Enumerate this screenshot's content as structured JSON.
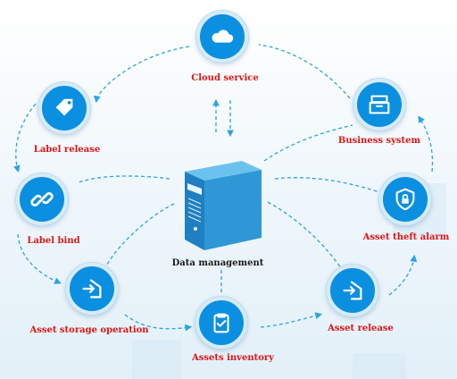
{
  "center": {
    "label": "Data management"
  },
  "nodes": {
    "cloud_service": {
      "label": "Cloud service"
    },
    "label_release": {
      "label": "Label release"
    },
    "label_bind": {
      "label": "Label bind"
    },
    "asset_storage_operation": {
      "label": "Asset storage operation"
    },
    "assets_inventory": {
      "label": "Assets inventory"
    },
    "asset_release": {
      "label": "Asset release"
    },
    "asset_theft_alarm": {
      "label": "Asset theft alarm"
    },
    "business_system": {
      "label": "Business system"
    }
  },
  "colors": {
    "node": "#0b8fe0",
    "label": "#e01515",
    "connector": "#29a3e6"
  }
}
